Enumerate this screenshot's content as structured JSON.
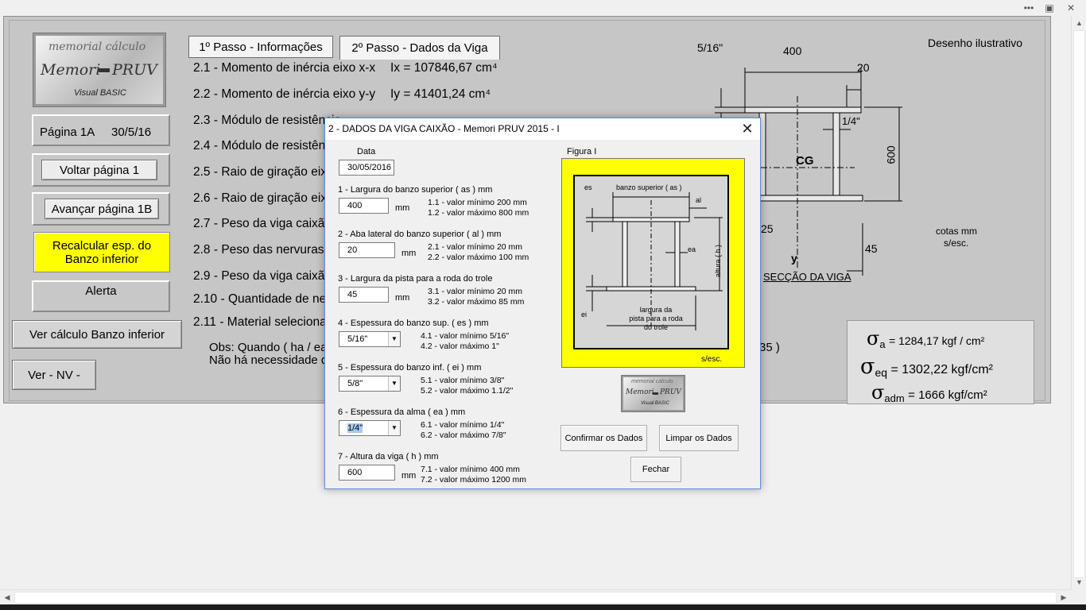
{
  "window": {
    "minimize_icon": "minimize-icon",
    "restore_icon": "restore-icon",
    "close_icon": "close-icon",
    "min_glyph": "•••",
    "restore_glyph": "▣",
    "close_glyph": "✕"
  },
  "logo": {
    "line1": "memorial  cálculo",
    "line2a": "Memori",
    "line2b": "PRUV",
    "line3": "Visual BASIC"
  },
  "page_info": {
    "page": "Página 1A",
    "date": "30/5/16"
  },
  "buttons": {
    "voltar": "Voltar  página 1",
    "avancar": "Avançar página 1B",
    "recalcular": "Recalcular esp. do Banzo inferior",
    "alerta": "Alerta",
    "ver_calculo": "Ver cálculo Banzo inferior",
    "ver_nv": "Ver - NV -"
  },
  "tabs": [
    {
      "label": "1º Passo - Informações"
    },
    {
      "label": "2º Passo - Dados da Viga"
    }
  ],
  "results": [
    {
      "label": "2.1 - Momento de inércia eixo x-x",
      "value": "Ix = 107846,67 cm⁴"
    },
    {
      "label": "2.2 - Momento de inércia eixo y-y",
      "value": "Iy = 41401,24 cm⁴"
    },
    {
      "label": "2.3 - Módulo de resistência",
      "value": ""
    },
    {
      "label": "2.4 - Módulo de resistên",
      "value": ""
    },
    {
      "label": "2.5 - Raio de giração eix",
      "value": ""
    },
    {
      "label": "2.6 - Raio de giração eix",
      "value": ""
    },
    {
      "label": "2.7 - Peso da viga caixã",
      "value": ""
    },
    {
      "label": "2.8 - Peso das nervuras",
      "value": ""
    },
    {
      "label": "2.9 - Peso da viga caixã",
      "value": ""
    },
    {
      "label": "2.10 - Quantidade de ner",
      "value": ""
    },
    {
      "label": "2.11 - Material selecionad",
      "value": ""
    }
  ],
  "obs": {
    "line1": "Obs: Quando ( ha / ea",
    "line2": "Não há necessidade d",
    "trailing": "35 )"
  },
  "drawing": {
    "title": "Desenho ilustrativo",
    "dim_top": "5/16\"",
    "dim_width": "400",
    "dim_20": "20",
    "dim_quarter": "1/4\"",
    "dim_height": "600",
    "cg": "CG",
    "dim_25": "25",
    "dim_45": "45",
    "axis_y": "y",
    "section_caption": "SECÇÃO DA VIGA",
    "units_line1": "cotas mm",
    "units_line2": "s/esc."
  },
  "stress": {
    "sigma_a": "= 1284,17 kgf / cm²",
    "sub_a": "a",
    "sigma_eq": "=  1302,22 kgf/cm²",
    "sub_eq": "eq",
    "sigma_adm": "= 1666 kgf/cm²",
    "sub_adm": "adm"
  },
  "dialog": {
    "title": "2 - DADOS DA VIGA CAIXÃO - Memori PRUV 2015 - I",
    "date_label": "Data",
    "date_value": "30/05/2016",
    "fields": [
      {
        "label": "1 - Largura do banzo superior ( as ) mm",
        "value": "400",
        "unit": "mm",
        "min": "1.1 - valor mínimo   200 mm",
        "max": "1.2 - valor máximo  800 mm"
      },
      {
        "label": "2 - Aba lateral do banzo superior ( al ) mm",
        "value": "20",
        "unit": "mm",
        "min": "2.1 - valor mínimo     20 mm",
        "max": "2.2 - valor máximo 100 mm"
      },
      {
        "label": "3 - Largura da pista para a roda do trole",
        "value": "45",
        "unit": "mm",
        "min": "3.1 - valor mínimo      20 mm",
        "max": "3.2 - valor máximo     85 mm"
      },
      {
        "label": "4 - Espessura do banzo sup. ( es ) mm",
        "value": "5/16\"",
        "unit": "",
        "min": "4.1 - valor mínimo  5/16\"",
        "max": "4.2 - valor máximo      1\""
      },
      {
        "label": "5 - Espessura do banzo inf. ( ei ) mm",
        "value": "5/8\"",
        "unit": "",
        "min": "5.1 - valor mínimo     3/8\"",
        "max": "5.2 - valor máximo  1.1/2\""
      },
      {
        "label": "6 - Espessura da alma ( ea ) mm",
        "value": "1/4\"",
        "unit": "",
        "min": "6.1 - valor mínimo   1/4\"",
        "max": "6.2 - valor máximo  7/8\""
      },
      {
        "label": "7 - Altura da viga ( h ) mm",
        "value": "600",
        "unit": "mm",
        "min": "7.1 - valor mínimo    400 mm",
        "max": "7.2 - valor máximo  1200 mm"
      }
    ],
    "figure": {
      "caption": "Figura I",
      "es": "es",
      "banzo": "banzo superior ( as )",
      "al": "al",
      "ea": "ea",
      "altura": "altura ( h )",
      "ei": "ei",
      "pista1": "largura da",
      "pista2": "pista para a roda",
      "pista3": "do trole",
      "scale": "s/esc."
    },
    "buttons": {
      "confirmar": "Confirmar os Dados",
      "limpar": "Limpar os Dados",
      "fechar": "Fechar"
    }
  },
  "colors": {
    "form_bg": "#c6c6c6",
    "alert_yellow": "#ffff00",
    "figure_yellow": "#ffff00",
    "dialog_border": "#5b8fd6"
  }
}
